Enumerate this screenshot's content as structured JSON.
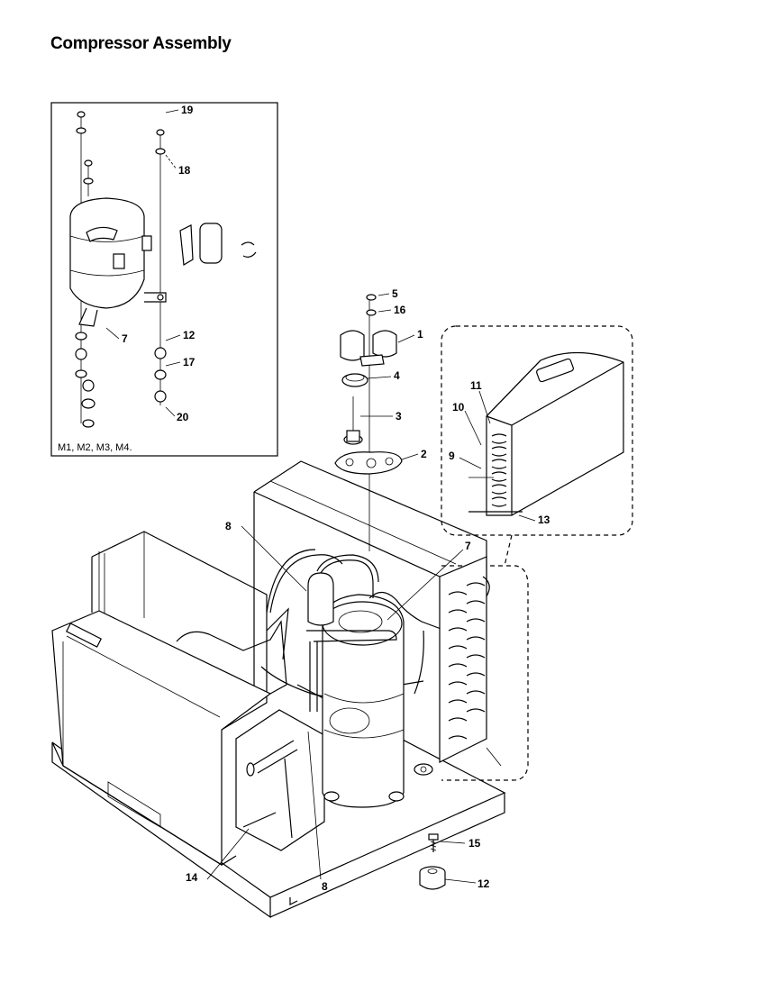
{
  "title": "Compressor Assembly",
  "inset_note": "M1, M2, M3, M4.",
  "labels": {
    "inset_19": "19",
    "inset_18": "18",
    "inset_7": "7",
    "inset_12": "12",
    "inset_17": "17",
    "inset_20": "20",
    "p5": "5",
    "p16": "16",
    "p1": "1",
    "p4": "4",
    "p3": "3",
    "p2": "2",
    "p11": "11",
    "p10": "10",
    "p9": "9",
    "p13": "13",
    "p8a": "8",
    "p7": "7",
    "p15": "15",
    "p12": "12",
    "p14": "14",
    "p8b": "8"
  }
}
